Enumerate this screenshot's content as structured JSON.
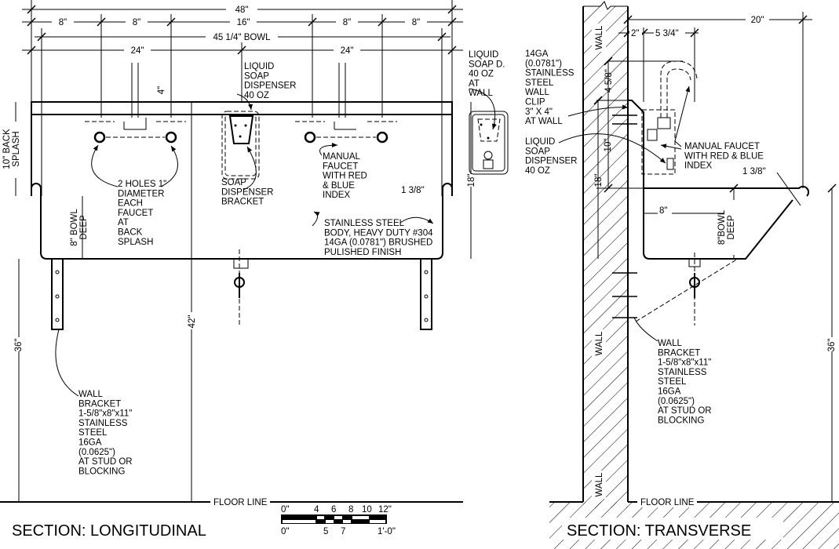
{
  "longitudinal": {
    "title": "SECTION: LONGITUDINAL",
    "dims": {
      "overall": "48\"",
      "seg1": "8\"",
      "seg2": "8\"",
      "seg3": "16\"",
      "seg4": "8\"",
      "seg5": "8\"",
      "bowl": "45 1/4\" BOWL",
      "half_left": "24\"",
      "half_right": "24\"",
      "four": "4\"",
      "back_splash": "10\" BACK SPLASH",
      "eighteen": "18\"",
      "bowl_deep": "8\" BOWL DEEP",
      "rim": "1 3/8\"",
      "h36": "36\"",
      "h42": "42\""
    },
    "labels": {
      "soap_dispenser": [
        "LIQUID",
        "SOAP",
        "DISPENSER",
        "40 OZ"
      ],
      "soap_at_wall": [
        "LIQUID",
        "SOAP D.",
        "40 OZ",
        "AT",
        "WALL"
      ],
      "holes": [
        "2 HOLES 1\"",
        "DIAMETER",
        "EACH",
        "FAUCET",
        "AT",
        "BACK",
        "SPLASH"
      ],
      "bracket": [
        "SOAP",
        "DISPENSER",
        "BRACKET"
      ],
      "faucet": [
        "MANUAL",
        "FAUCET",
        "WITH RED",
        "& BLUE",
        "INDEX"
      ],
      "body": [
        "STAINLESS STEEL",
        "BODY, HEAVY DUTY #304",
        "14GA (0.0781\") BRUSHED",
        "PULISHED FINISH"
      ],
      "wall_bracket": [
        "WALL",
        "BRACKET",
        "1-5/8\"x8\"x11\"",
        "STAINLESS",
        "STEEL",
        "16GA",
        "(0.0625\")",
        "AT STUD OR",
        "BLOCKING"
      ],
      "floor_line": "FLOOR LINE"
    }
  },
  "scale_bar": {
    "top_ticks": [
      "0\"",
      "4",
      "6",
      "8",
      "10",
      "12\""
    ],
    "bottom_ticks": [
      "0\"",
      "5",
      "7",
      "1'-0\""
    ]
  },
  "transverse": {
    "title": "SECTION: TRANSVERSE",
    "dims": {
      "depth": "20\"",
      "two": "2\"",
      "five_three_quarter": "5 3/4\"",
      "four_five_eighths": "4 5/8\"",
      "ten": "10\"",
      "eighteen": "18\"",
      "eight": "8\"",
      "bowl_deep": "8\"BOWL DEEP",
      "rim": "1 3/8\"",
      "h36": "36\""
    },
    "labels": {
      "wall": "WALL",
      "wall_clip": [
        "14GA",
        "(0.0781\")",
        "STAINLESS",
        "STEEL",
        "WALL",
        "CLIP",
        "3\" X 4\"",
        "AT WALL"
      ],
      "soap": [
        "LIQUID",
        "SOAP",
        "DISPENSER",
        "40 OZ"
      ],
      "faucet": [
        "MANUAL FAUCET",
        "WITH RED & BLUE",
        "INDEX"
      ],
      "wall_bracket": [
        "WALL",
        "BRACKET",
        "1-5/8\"x8\"x11\"",
        "STAINLESS",
        "STEEL",
        "16GA",
        "(0.0625\")",
        "AT STUD OR",
        "BLOCKING"
      ],
      "floor_line": "FLOOR LINE"
    }
  }
}
